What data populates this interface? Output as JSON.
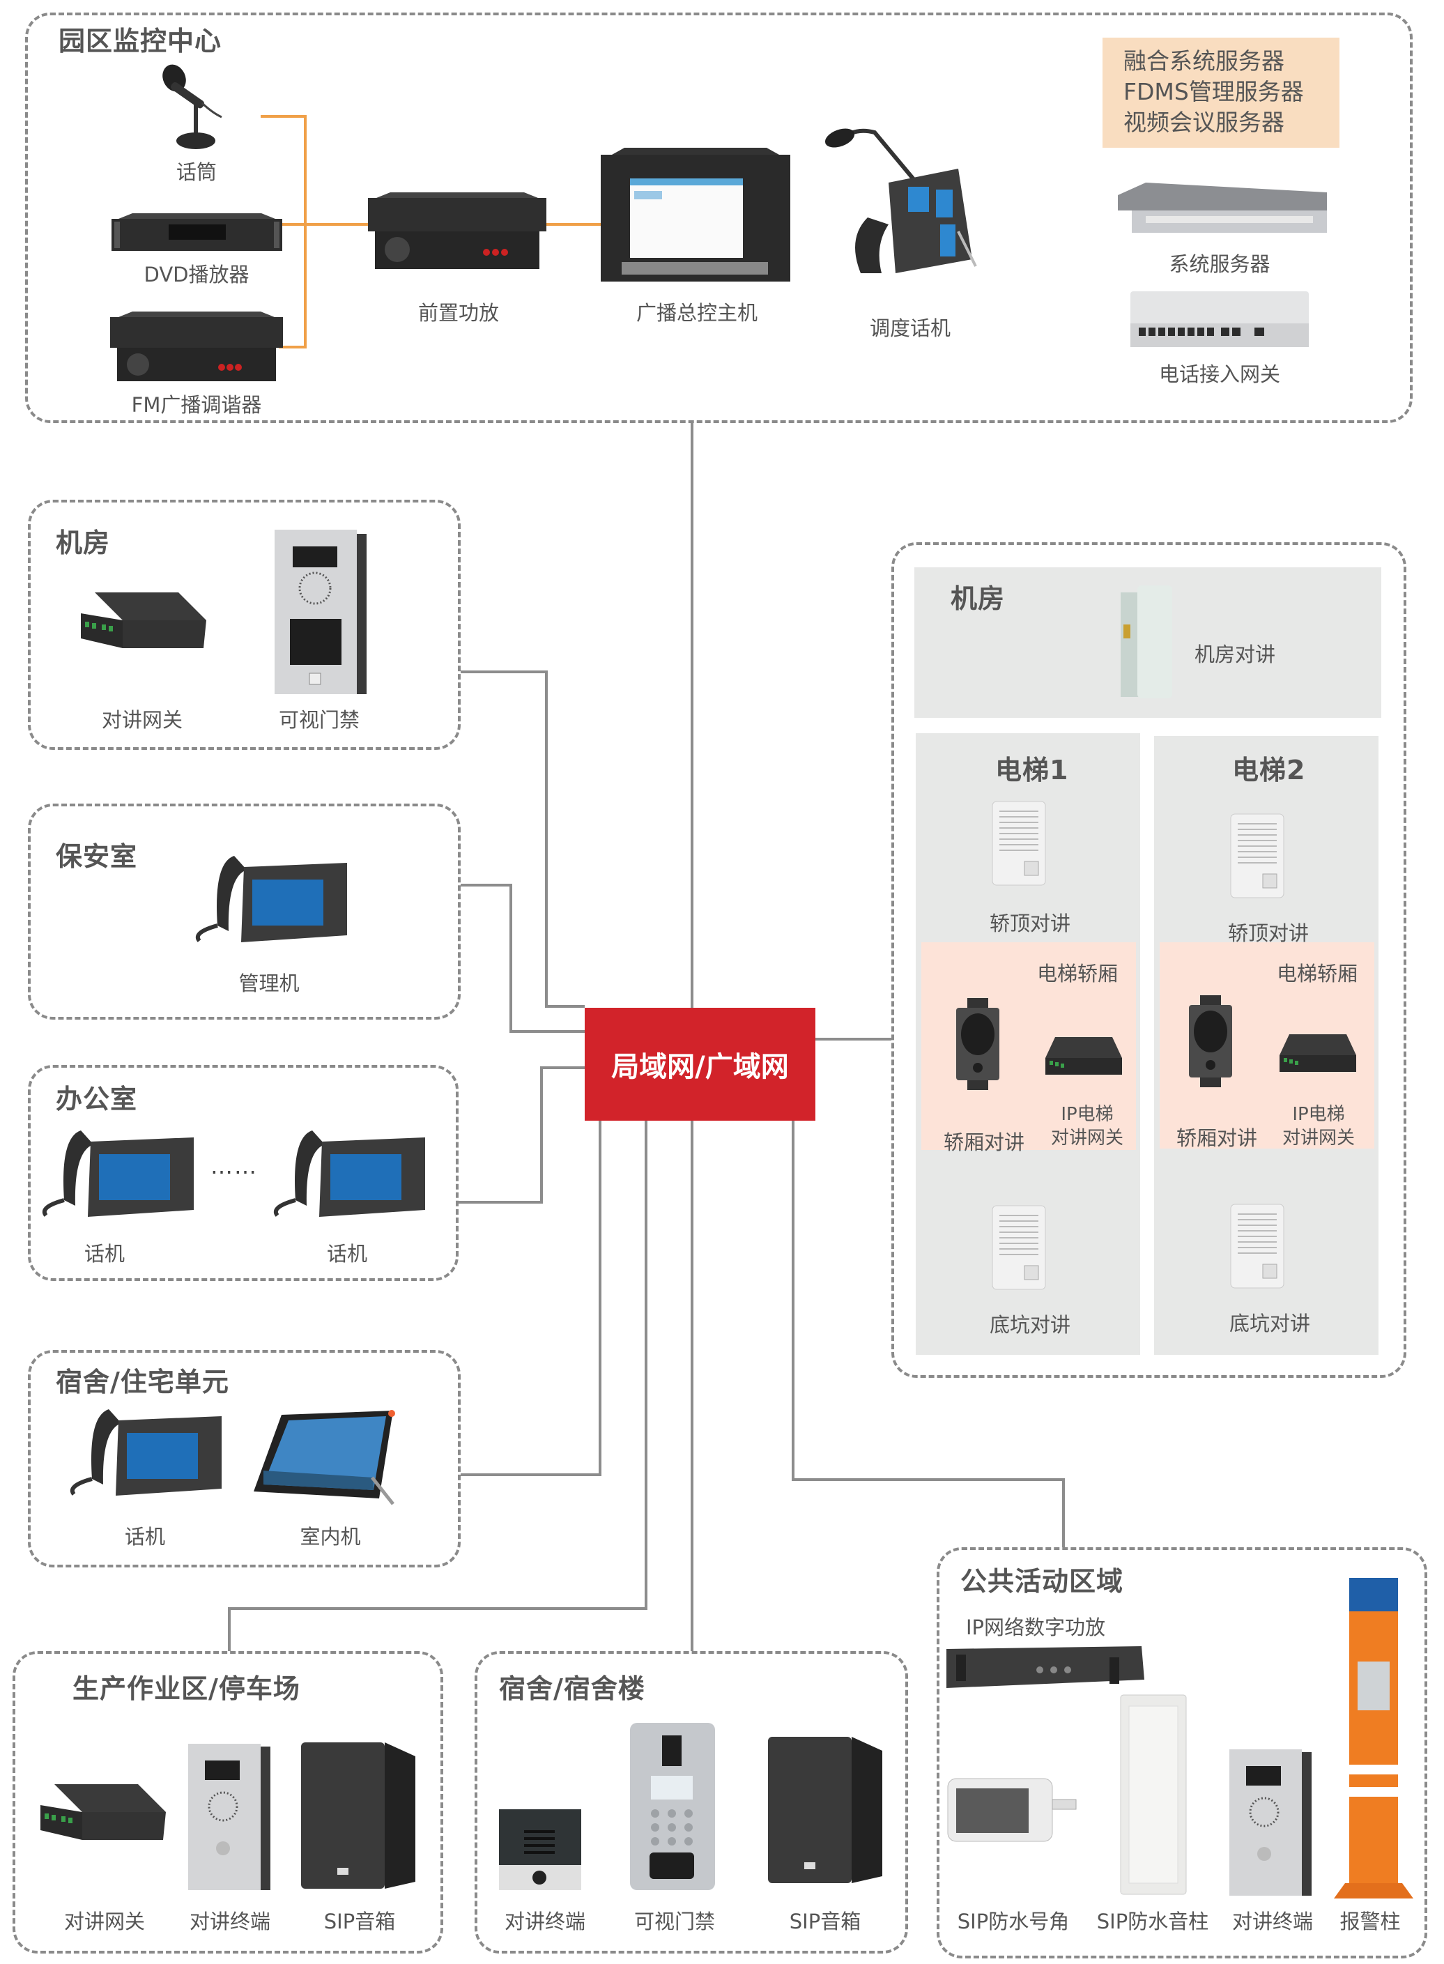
{
  "hub": {
    "label": "局域网/广域网",
    "color": "#d2232a"
  },
  "colors": {
    "connector": "#8c8c8c",
    "audio_link": "#f0a048",
    "panel_grey": "#e7e8e7",
    "panel_pink": "#fde3d8",
    "server_note_bg": "#f9ddc0"
  },
  "control_center": {
    "title": "园区监控中心",
    "devices": {
      "microphone": "话筒",
      "dvd": "DVD播放器",
      "fm_tuner": "FM广播调谐器",
      "preamp": "前置功放",
      "broadcast_host": "广播总控主机",
      "dispatch_phone": "调度话机",
      "system_server": "系统服务器",
      "phone_gateway": "电话接入网关"
    },
    "server_note": [
      "融合系统服务器",
      "FDMS管理服务器",
      "视频会议服务器"
    ]
  },
  "machine_room": {
    "title": "机房",
    "devices": [
      "对讲网关",
      "可视门禁"
    ]
  },
  "security_room": {
    "title": "保安室",
    "devices": [
      "管理机"
    ]
  },
  "office": {
    "title": "办公室",
    "devices": [
      "话机",
      "话机"
    ],
    "ellipsis": "……"
  },
  "residential_unit": {
    "title": "宿舍/住宅单元",
    "devices": [
      "话机",
      "室内机"
    ]
  },
  "elevator": {
    "machine_room": {
      "title": "机房",
      "device": "机房对讲"
    },
    "elevators": [
      {
        "title": "电梯1",
        "car_top": "轿顶对讲",
        "car_title": "电梯轿厢",
        "car_intercom": "轿厢对讲",
        "gateway": [
          "IP电梯",
          "对讲网关"
        ],
        "pit": "底坑对讲"
      },
      {
        "title": "电梯2",
        "car_top": "轿顶对讲",
        "car_title": "电梯轿厢",
        "car_intercom": "轿厢对讲",
        "gateway": [
          "IP电梯",
          "对讲网关"
        ],
        "pit": "底坑对讲"
      }
    ]
  },
  "production_area": {
    "title": "生产作业区/停车场",
    "devices": [
      "对讲网关",
      "对讲终端",
      "SIP音箱"
    ]
  },
  "dormitory_building": {
    "title": "宿舍/宿舍楼",
    "devices": [
      "对讲终端",
      "可视门禁",
      "SIP音箱"
    ]
  },
  "public_area": {
    "title": "公共活动区域",
    "amplifier": "IP网络数字功放",
    "devices": [
      "SIP防水号角",
      "SIP防水音柱",
      "对讲终端",
      "报警柱"
    ]
  }
}
